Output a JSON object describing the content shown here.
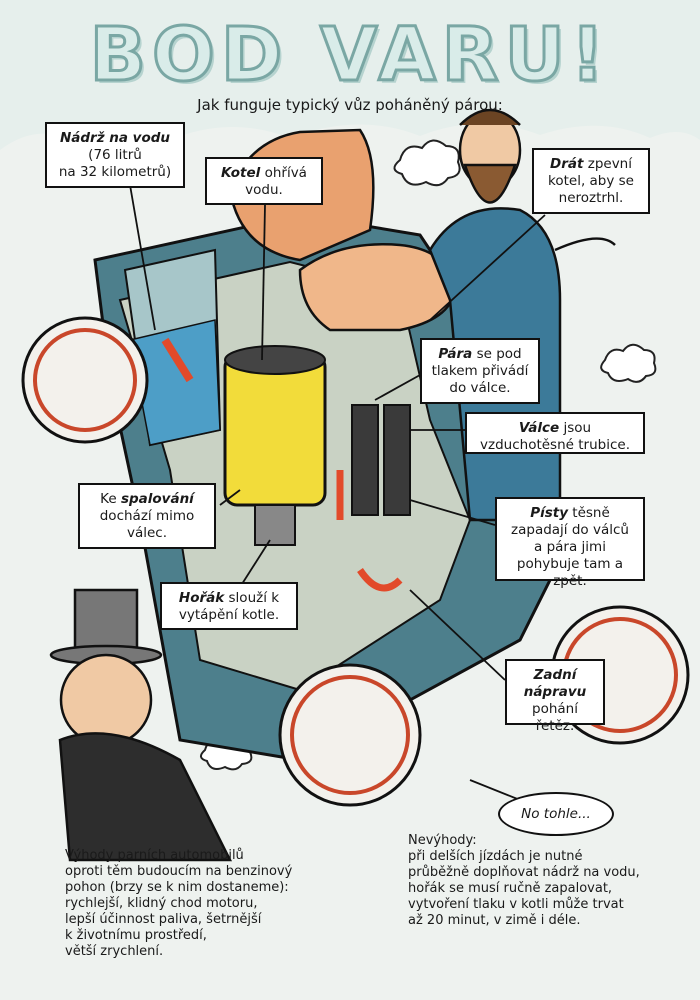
{
  "title": "BOD VARU!",
  "subtitle": "Jak funguje typický vůz poháněný párou:",
  "callouts": {
    "tank_term": "Nádrž na vodu",
    "tank_text": "(76 litrů\nna 32 kilometrů)",
    "boiler_term": "Kotel",
    "boiler_text": " ohřívá vodu.",
    "wire_term": "Drát",
    "wire_text": " zpevní kotel, aby se neroztrhl.",
    "steam_term": "Pára",
    "steam_text": " se pod tlakem přivádí do válce.",
    "cylinders_term": "Válce",
    "cylinders_text": " jsou vzduchotěsné trubice.",
    "combustion_pre": "Ke ",
    "combustion_term": "spalování",
    "combustion_text": " dochází mimo válec.",
    "pistons_term": "Písty",
    "pistons_text": " těsně zapadají do válců a pára jimi pohybuje tam a zpět.",
    "burner_term": "Hořák",
    "burner_text": " slouží k vytápění kotle.",
    "axle_term": "Zadní nápravu",
    "axle_text": " pohání řetěz."
  },
  "speech_bubble": "No tohle...",
  "advantages": "Výhody parních automobilů\noproti těm budoucím na benzinový\npohon (brzy se k nim dostaneme):\nrychlejší, klidný chod motoru,\nlepší účinnost paliva, šetrnější\nk životnímu prostředí,\nvětší zrychlení.",
  "disadvantages": "Nevýhody:\npři delších jízdách je nutné\nprůběžně doplňovat nádrž na vodu,\nhořák se musí ručně zapalovat,\nvytvoření tlaku v kotli může trvat\naž 20 minut, v zimě i déle."
}
